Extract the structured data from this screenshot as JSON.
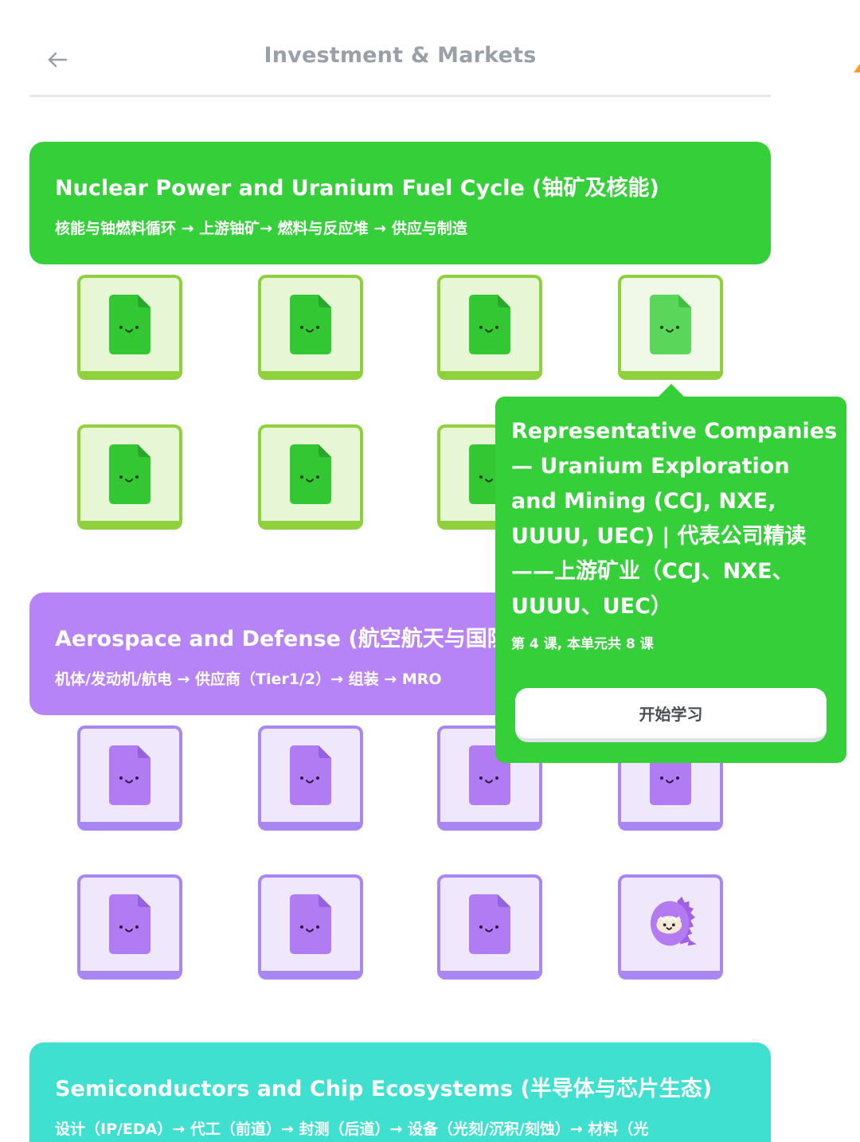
{
  "header": {
    "title": "Investment & Markets",
    "back_icon": "arrow-left-icon"
  },
  "units": [
    {
      "title": "Nuclear Power and Uranium Fuel Cycle (铀矿及核能)",
      "path": "核能与铀燃料循环 → 上游铀矿→ 燃料与反应堆 → 供应与制造",
      "color": "#35cf3a"
    },
    {
      "title": "Aerospace and Defense (航空航天与国防)",
      "path": "机体/发动机/航电 → 供应商（Tier1/2）→ 组装 → MRO",
      "color": "#b784f7"
    },
    {
      "title": "Semiconductors and Chip Ecosystems (半导体与芯片生态)",
      "path": "设计（IP/EDA）→ 代工（前道）→ 封测（后道）→ 设备（光刻/沉积/刻蚀）→ 材料（光",
      "color": "#3fe0cf"
    }
  ],
  "lesson_icons": {
    "lesson": "smiling-document-icon",
    "final": "dinosaur-mascot-icon"
  },
  "popup": {
    "title": "Representative Companies— Uranium Exploration and Mining (CCJ, NXE, UUUU, UEC) | 代表公司精读——上游矿业（CCJ、NXE、UUUU、UEC）",
    "meta": "第 4 课, 本单元共 8 课",
    "button": "开始学习"
  }
}
